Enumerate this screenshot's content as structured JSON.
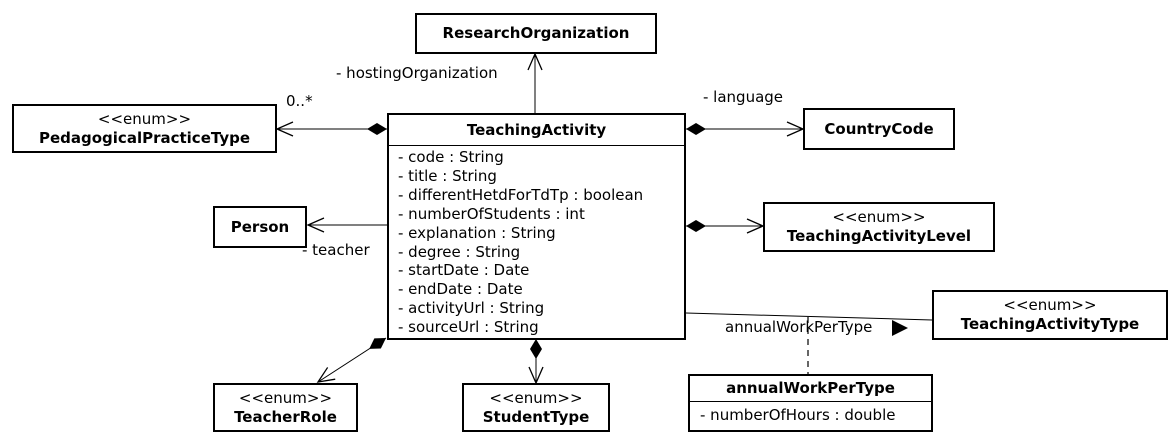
{
  "diagram_type": "UML class diagram",
  "colors": {
    "stroke": "#000000",
    "background": "#ffffff",
    "box_fill": "#ffffff"
  },
  "classes": {
    "researchOrganization": {
      "name": "ResearchOrganization"
    },
    "teachingActivity": {
      "name": "TeachingActivity",
      "attributes": [
        "- code : String",
        "- title : String",
        "- differentHetdForTdTp : boolean",
        "- numberOfStudents : int",
        "- explanation : String",
        "- degree : String",
        "- startDate : Date",
        "- endDate : Date",
        "- activityUrl : String",
        "- sourceUrl : String"
      ]
    },
    "pedagogicalPracticeType": {
      "stereotype": "<<enum>>",
      "name": "PedagogicalPracticeType"
    },
    "countryCode": {
      "name": "CountryCode"
    },
    "person": {
      "name": "Person"
    },
    "teachingActivityLevel": {
      "stereotype": "<<enum>>",
      "name": "TeachingActivityLevel"
    },
    "teachingActivityType": {
      "stereotype": "<<enum>>",
      "name": "TeachingActivityType"
    },
    "annualWorkPerType": {
      "name": "annualWorkPerType",
      "attributes": [
        "- numberOfHours : double"
      ]
    },
    "teacherRole": {
      "stereotype": "<<enum>>",
      "name": "TeacherRole"
    },
    "studentType": {
      "stereotype": "<<enum>>",
      "name": "StudentType"
    }
  },
  "edge_labels": {
    "hostingOrganization": "- hostingOrganization",
    "pedagogicalMultiplicity": "0..*",
    "language": "- language",
    "teacher": "- teacher",
    "annualWorkPerType": "annualWorkPerType"
  }
}
